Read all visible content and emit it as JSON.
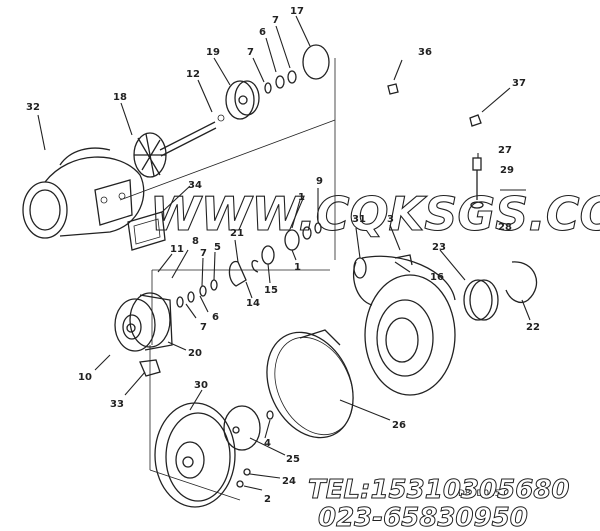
{
  "watermark": {
    "site": "WWW.CQKSGS.COM",
    "tel": "TEL:15310305680",
    "phone": "023-65830950"
  },
  "page_code": "D85D015 C",
  "labels": {
    "l1": "1",
    "l1b": "1",
    "l2": "2",
    "l3": "3",
    "l4": "4",
    "l5": "5",
    "l6": "6",
    "l6b": "6",
    "l7": "7",
    "l7b": "7",
    "l7c": "7",
    "l7d": "7",
    "l8": "8",
    "l9": "9",
    "l10": "10",
    "l11": "11",
    "l12": "12",
    "l14": "14",
    "l15": "15",
    "l16": "16",
    "l17": "17",
    "l18": "18",
    "l19": "19",
    "l20": "20",
    "l21": "21",
    "l22": "22",
    "l23": "23",
    "l24": "24",
    "l25": "25",
    "l26": "26",
    "l27": "27",
    "l28": "28",
    "l29": "29",
    "l30": "30",
    "l31": "31",
    "l32": "32",
    "l33": "33",
    "l34": "34",
    "l36": "36",
    "l37": "37"
  }
}
